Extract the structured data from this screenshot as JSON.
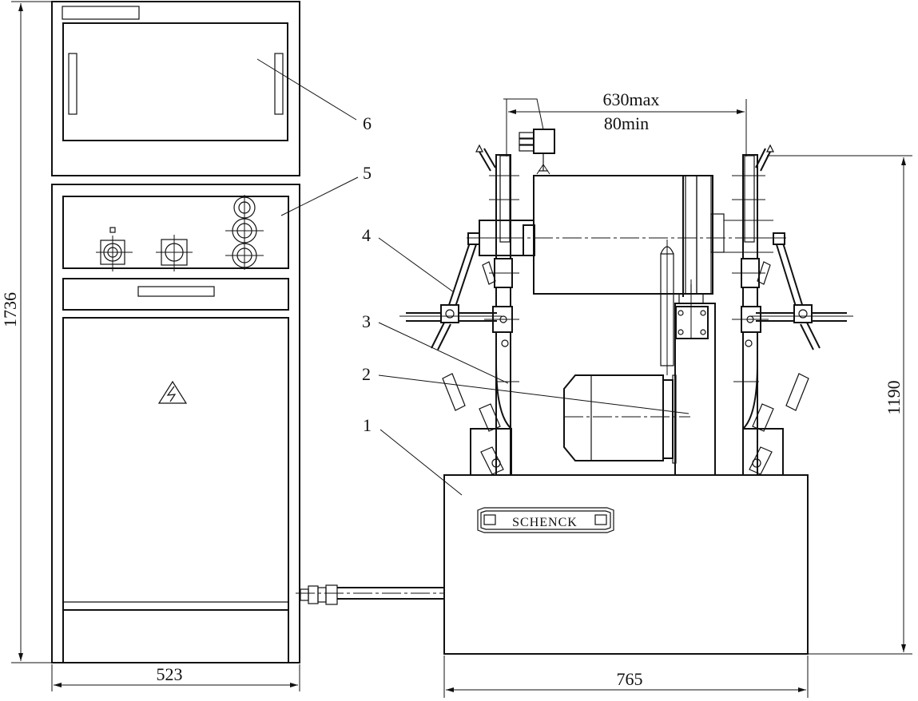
{
  "dimensions": {
    "cabinet_height": "1736",
    "cabinet_width": "523",
    "machine_width": "765",
    "machine_height": "1190",
    "span_max": "630max",
    "span_min": "80min"
  },
  "callouts": [
    "1",
    "2",
    "3",
    "4",
    "5",
    "6"
  ],
  "brand_label": "SCHENCK",
  "icons": {
    "hazard": "high-voltage-warning-icon"
  }
}
